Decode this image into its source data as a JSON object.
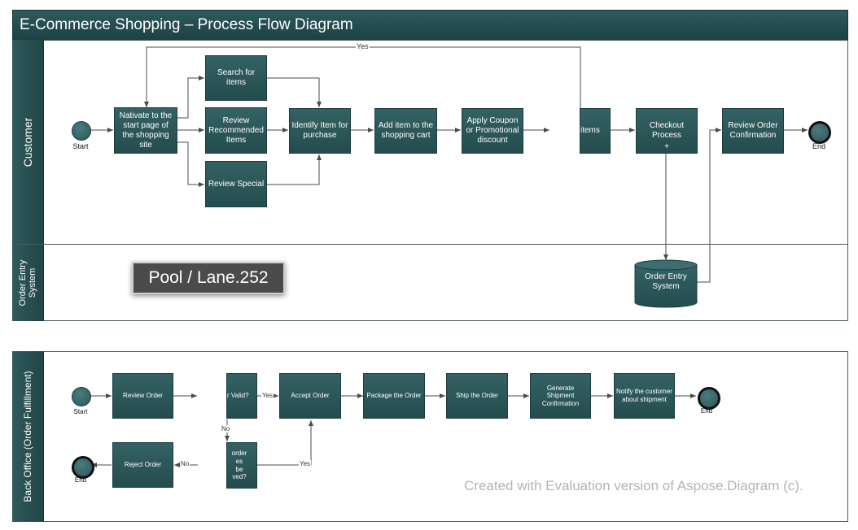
{
  "title": "E-Commerce Shopping – Process Flow Diagram",
  "lanes": {
    "customer": "Customer",
    "order_entry": "Order Entry System",
    "back_office": "Back Office (Order Fulfillment)"
  },
  "customer_lane": {
    "start_label": "Start",
    "end_label": "End",
    "navigate": "Nativate to the start page of the shopping site",
    "search": "Search for items",
    "review_recommended": "Review Recommended Items",
    "review_special": "Review Special",
    "identify": "Identify Item for purchase",
    "add_to_cart": "Add item to the shopping cart",
    "apply_coupon": "Apply Coupon or Promotional discount",
    "items_partial": "items",
    "checkout": "Checkout Process",
    "checkout_marker": "+",
    "review_confirmation": "Review Order Confirmation",
    "yes_label": "Yes"
  },
  "order_entry_lane": {
    "database": "Order Entry System"
  },
  "back_office_lane": {
    "start_label": "Start",
    "end_label": "End",
    "end_label_reject": "End",
    "review_order": "Review Order",
    "valid_partial": "r Valid?",
    "accept_order": "Accept Order",
    "package_order": "Package the Order",
    "ship_order": "Ship the Order",
    "generate_confirmation": "Generate Shipment Confirmation",
    "notify_customer": "Notify the customer about shipment",
    "reject_order": "Reject Order",
    "resolve_partial": "order es be ved?",
    "yes_label": "Yes",
    "no_label": "No",
    "yes_label_2": "Yes",
    "no_label_2": "No"
  },
  "tooltip": "Pool / Lane.252",
  "watermark": "Created with Evaluation version of Aspose.Diagram (c)."
}
